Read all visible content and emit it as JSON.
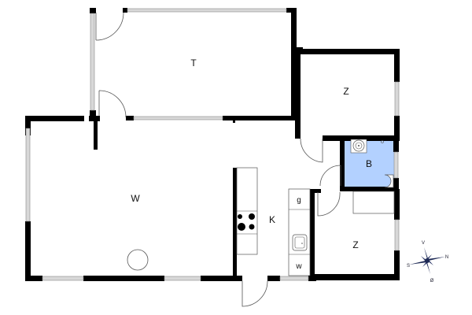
{
  "floorplan": {
    "rooms": [
      {
        "id": "T",
        "label": "T",
        "name": "terrace"
      },
      {
        "id": "Z1",
        "label": "Z",
        "name": "bedroom-1"
      },
      {
        "id": "B",
        "label": "B",
        "name": "bathroom"
      },
      {
        "id": "W",
        "label": "W",
        "name": "living-room"
      },
      {
        "id": "K",
        "label": "K",
        "name": "kitchen"
      },
      {
        "id": "Z2",
        "label": "Z",
        "name": "bedroom-2"
      }
    ],
    "fixtures": {
      "fridge": "g",
      "washer": "w"
    },
    "compass": {
      "n": "N",
      "s": "S",
      "e": "Ø",
      "w": "V"
    },
    "colors": {
      "bathroom": "#b3d1ff",
      "wall": "#000000",
      "window": "#d8d8d8"
    }
  }
}
